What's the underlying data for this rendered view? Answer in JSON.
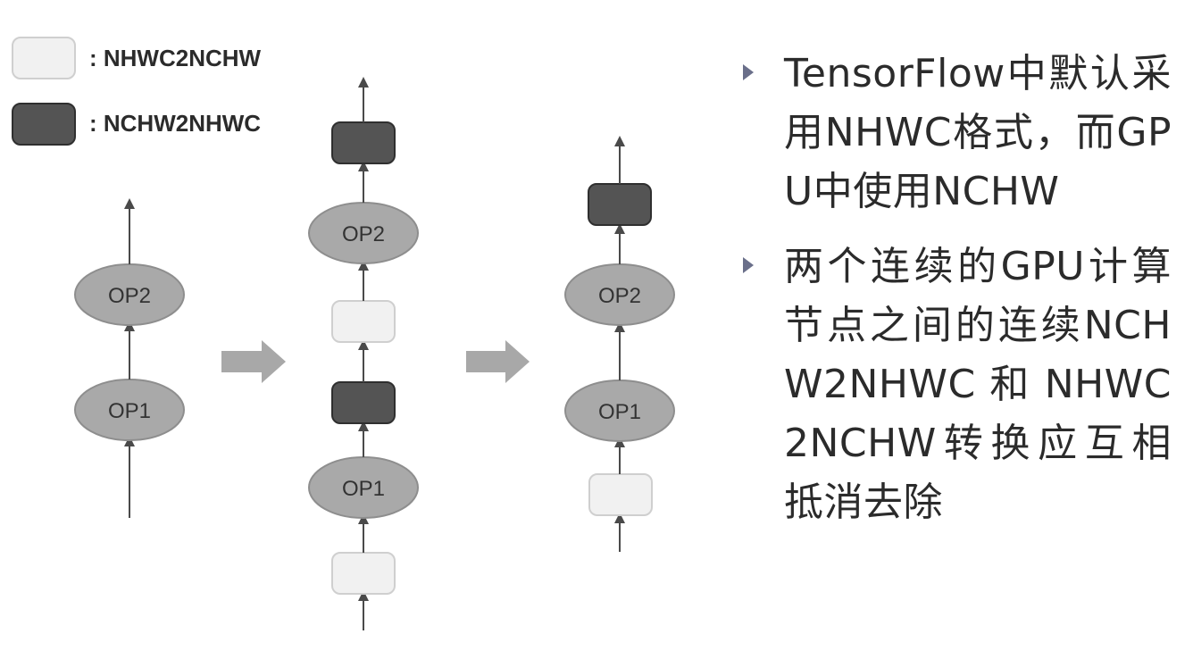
{
  "legend": [
    {
      "label": ": NHWC2NCHW",
      "kind": "light"
    },
    {
      "label": ": NCHW2NHWC",
      "kind": "dark"
    }
  ],
  "colors": {
    "light_box": "#f1f1f1",
    "light_box_stroke": "#cfcfcf",
    "dark_box": "#545454",
    "dark_box_stroke": "#2f2f2f",
    "op_fill": "#a9a9a9",
    "op_stroke": "#8e8e8e",
    "arrow": "#4a4a4a",
    "big_arrow": "#a8a8a8",
    "bullet_marker": "#6a6f8a",
    "text": "#2b2b2b"
  },
  "graphs": [
    {
      "name": "original",
      "nodes": [
        {
          "kind": "op",
          "label": "OP1"
        },
        {
          "kind": "op",
          "label": "OP2"
        }
      ]
    },
    {
      "name": "with-transposes",
      "nodes": [
        {
          "kind": "light"
        },
        {
          "kind": "op",
          "label": "OP1"
        },
        {
          "kind": "dark"
        },
        {
          "kind": "light"
        },
        {
          "kind": "op",
          "label": "OP2"
        },
        {
          "kind": "dark"
        }
      ]
    },
    {
      "name": "optimized",
      "nodes": [
        {
          "kind": "light"
        },
        {
          "kind": "op",
          "label": "OP1"
        },
        {
          "kind": "op",
          "label": "OP2"
        },
        {
          "kind": "dark"
        }
      ]
    }
  ],
  "bullets": [
    {
      "text": "TensorFlow中默认采用NHWC格式，而GPU中使用NCHW"
    },
    {
      "text": "两个连续的GPU计算节点之间的连续NCHW2NHWC 和 NHWC2NCHW转换应互相抵消去除"
    }
  ]
}
